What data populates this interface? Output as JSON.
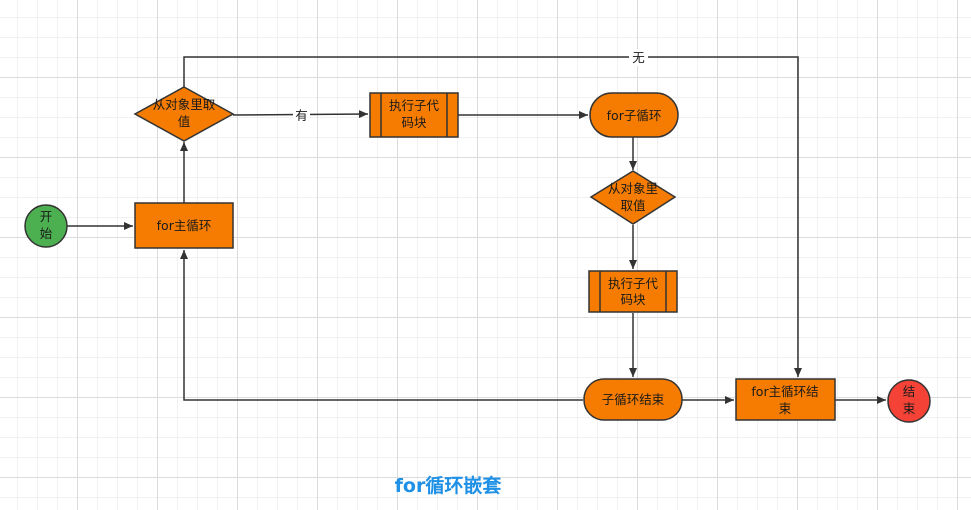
{
  "title": "for循环嵌套",
  "colors": {
    "process_fill": "#f57c00",
    "start_fill": "#4caf50",
    "end_fill": "#f44336",
    "stroke": "#333333",
    "title_color": "#1e90e6"
  },
  "nodes": {
    "start": {
      "line1": "开",
      "line2": "始"
    },
    "main_loop": {
      "label": "for主循环"
    },
    "decision_outer": {
      "line1": "从对象里取",
      "line2": "值"
    },
    "exec_outer": {
      "line1": "执行子代",
      "line2": "码块"
    },
    "sub_loop": {
      "label": "for子循环"
    },
    "decision_inner": {
      "line1": "从对象里",
      "line2": "取值"
    },
    "exec_inner": {
      "line1": "执行子代",
      "line2": "码块"
    },
    "sub_loop_end": {
      "label": "子循环结束"
    },
    "main_loop_end": {
      "line1": "for主循环结",
      "line2": "束"
    },
    "end": {
      "line1": "结",
      "line2": "束"
    }
  },
  "edges": {
    "yes_label": "有",
    "no_label": "无"
  }
}
